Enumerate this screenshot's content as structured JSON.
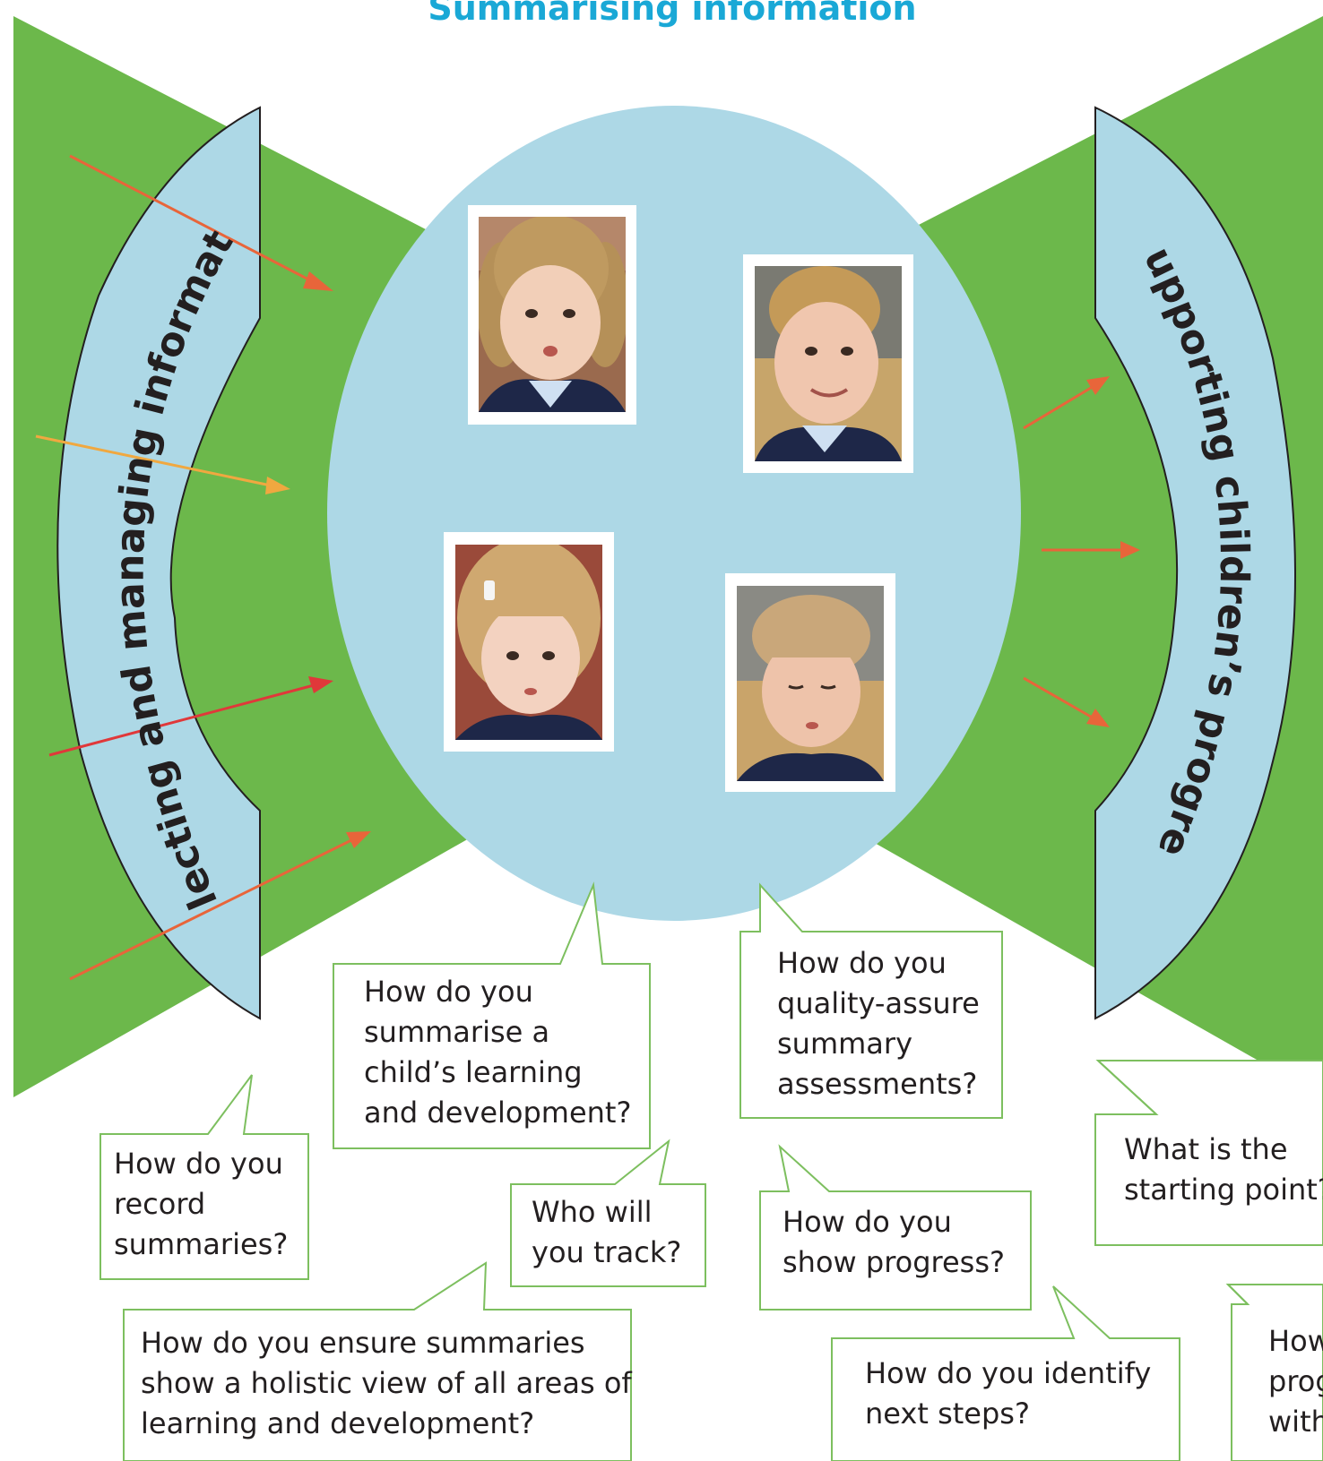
{
  "title": "Summarising information",
  "left_band_label": "collecting and managing information",
  "right_band_label": "supporting children’s progress",
  "photos": [
    {
      "name": "photo-girl-pigtails",
      "subject": "girl-with-pigtails"
    },
    {
      "name": "photo-boy-smiling",
      "subject": "boy-looking-sideways"
    },
    {
      "name": "photo-girl-hairclip",
      "subject": "girl-with-hairclip"
    },
    {
      "name": "photo-boy-looking-down",
      "subject": "boy-looking-down"
    }
  ],
  "callouts": [
    {
      "id": "summarise",
      "lines": [
        "How do you",
        "summarise a",
        "child’s learning",
        "and development?"
      ]
    },
    {
      "id": "quality",
      "lines": [
        "How do you",
        "quality-assure",
        "summary",
        "assessments?"
      ]
    },
    {
      "id": "record",
      "lines": [
        "How do you",
        "record",
        "summaries?"
      ]
    },
    {
      "id": "track",
      "lines": [
        "Who will",
        "you track?"
      ]
    },
    {
      "id": "progress",
      "lines": [
        "How do you",
        "show progress?"
      ]
    },
    {
      "id": "starting",
      "lines": [
        "What is the",
        "starting point?"
      ]
    },
    {
      "id": "holistic",
      "lines": [
        "How do you ensure summaries",
        "show a holistic view of all areas of",
        "learning and development?"
      ]
    },
    {
      "id": "nextsteps",
      "lines": [
        "How do you identify",
        "next steps?"
      ]
    },
    {
      "id": "cut",
      "lines": [
        "How",
        "prog",
        "with"
      ]
    }
  ],
  "colors": {
    "title": "#1aa8d6",
    "green": "#6cb84b",
    "light_blue": "#add8e6",
    "arrow_orange": "#e8653a",
    "arrow_yellow": "#f0a840",
    "arrow_red": "#e0383a",
    "callout_border": "#7dbf5f",
    "text": "#231f20"
  }
}
